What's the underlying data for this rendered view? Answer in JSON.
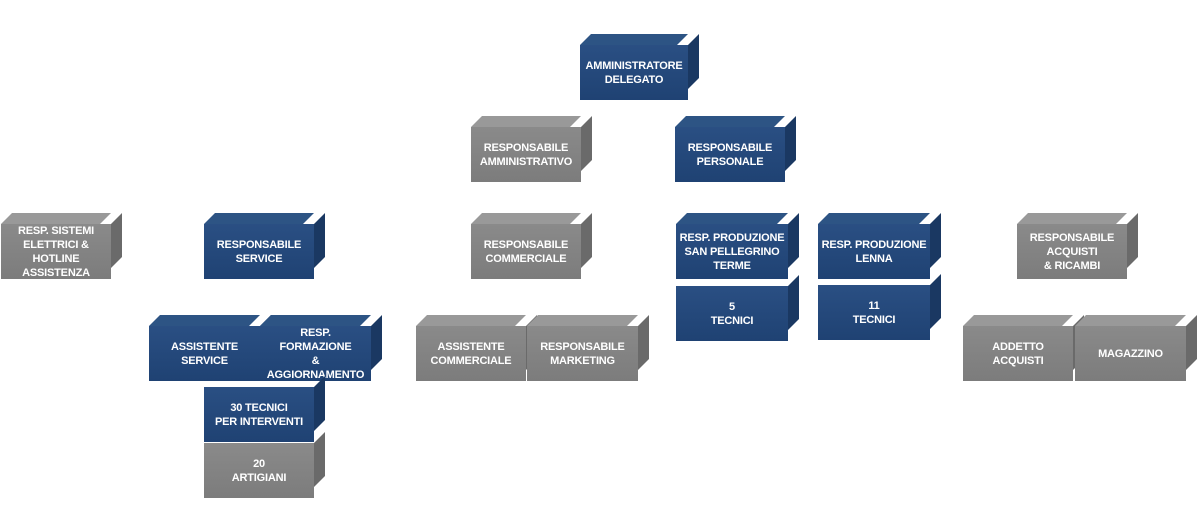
{
  "nodes": {
    "amministratore_delegato": "AMMINISTRATORE\nDELEGATO",
    "responsabile_amministrativo": "RESPONSABILE\nAMMINISTRATIVO",
    "responsabile_personale": "RESPONSABILE\nPERSONALE",
    "resp_sistemi_elettrici": "RESP. SISTEMI\nELETTRICI & HOTLINE\nASSISTENZA",
    "responsabile_service": "RESPONSABILE\nSERVICE",
    "responsabile_commerciale": "RESPONSABILE\nCOMMERCIALE",
    "resp_produzione_san_pellegrino": "RESP. PRODUZIONE\nSAN PELLEGRINO\nTERME",
    "resp_produzione_lenna": "RESP. PRODUZIONE\nLENNA",
    "responsabile_acquisti": "RESPONSABILE\nACQUISTI\n& RICAMBI",
    "tecnici_san_pellegrino": "5\nTECNICI",
    "tecnici_lenna": "11\nTECNICI",
    "assistente_service": "ASSISTENTE\nSERVICE",
    "resp_formazione": "RESP. FORMAZIONE\n& AGGIORNAMENTO",
    "assistente_commerciale": "ASSISTENTE\nCOMMERCIALE",
    "responsabile_marketing": "RESPONSABILE\nMARKETING",
    "addetto_acquisti": "ADDETTO\nACQUISTI",
    "magazzino": "MAGAZZINO",
    "tecnici_interventi": "30 TECNICI\nPER INTERVENTI",
    "artigiani": "20\nARTIGIANI"
  },
  "colors": {
    "blue_front": "#24487a",
    "blue_top": "#2d5484",
    "blue_side": "#1a3862",
    "gray_front": "#838383",
    "gray_top": "#999999",
    "gray_side": "#6a6a6a"
  }
}
